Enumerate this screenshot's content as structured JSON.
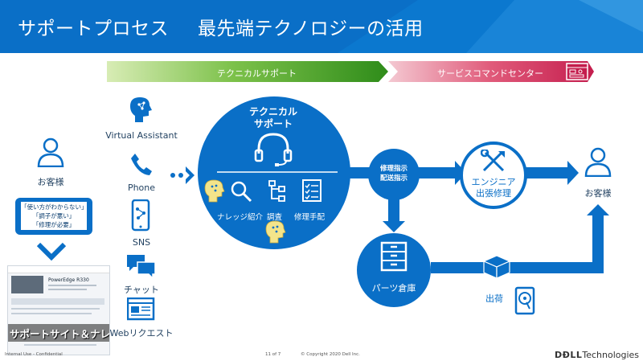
{
  "header": {
    "title_part1": "サポートプロセス",
    "title_part2": "最先端テクノロジーの活用"
  },
  "banners": {
    "tech_support": "テクニカルサポート",
    "service_command": "サービスコマンドセンター"
  },
  "customer_left": {
    "label": "お客様"
  },
  "speech": {
    "lines": [
      "「使い方がわからない」",
      "「調子が悪い」",
      "「修理が必要」"
    ]
  },
  "support_site": {
    "label": "サポートサイト＆ナレッジ",
    "page_title": "PowerEdge R330"
  },
  "channels": [
    {
      "label": "Virtual Assistant"
    },
    {
      "label": "Phone"
    },
    {
      "label": "SNS"
    },
    {
      "label": "チャット"
    },
    {
      "label": "Webリクエスト"
    }
  ],
  "tech_circle": {
    "title": "テクニカル\nサポート",
    "items": [
      {
        "label": "ナレッジ紹介"
      },
      {
        "label": "調査"
      },
      {
        "label": "修理手配"
      }
    ]
  },
  "dispatch": {
    "line1": "修理指示",
    "line2": "配送指示"
  },
  "engineer": {
    "label": "エンジニア\n出張修理"
  },
  "parts": {
    "label": "パーツ倉庫"
  },
  "shipping": {
    "label": "出荷"
  },
  "customer_right": {
    "label": "お客様"
  },
  "footer": {
    "classification": "Internal Use - Confidential",
    "page": "11 of 7",
    "copyright": "© Copyright 2020 Dell Inc.",
    "brand_dell": "DĐLL",
    "brand_tech": "Technologies"
  },
  "colors": {
    "brand_blue": "#0a6fc7",
    "banner_green": "#3c9a1e",
    "banner_red": "#c41d4d"
  }
}
